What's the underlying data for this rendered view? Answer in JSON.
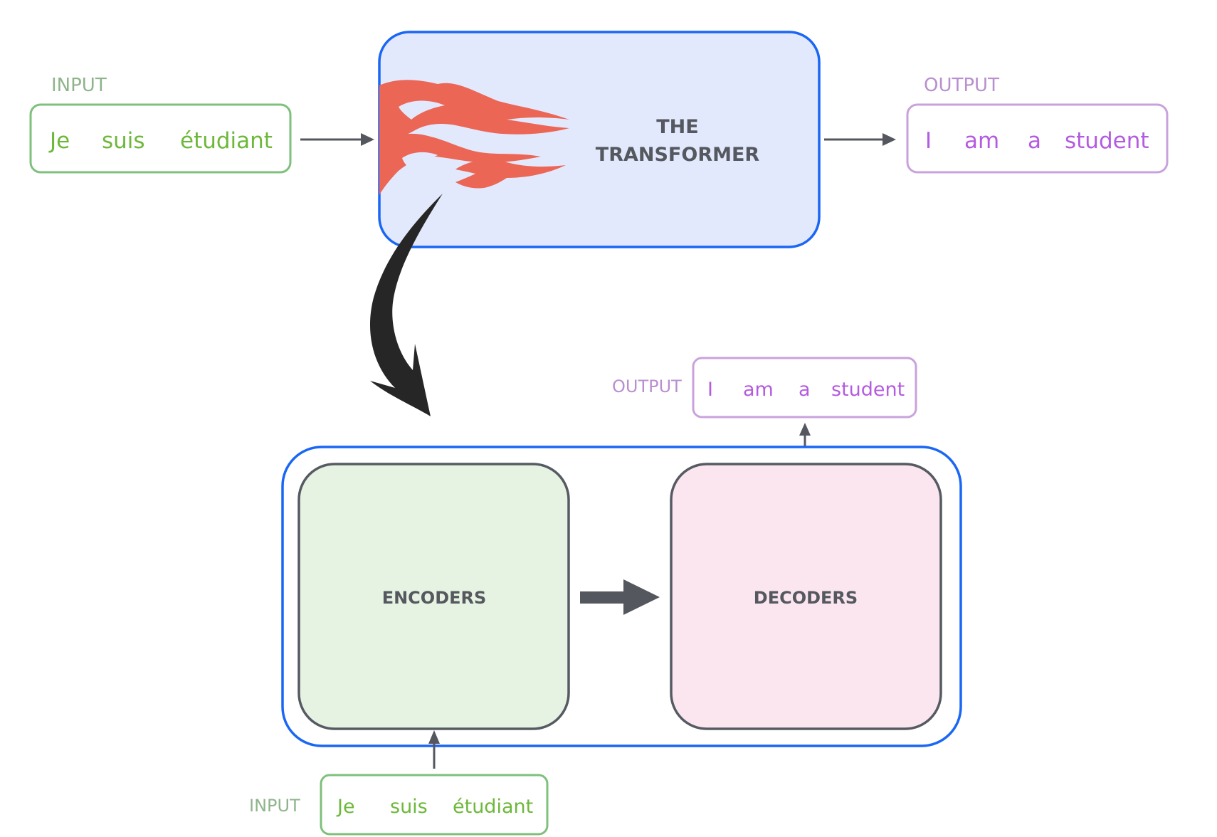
{
  "colors": {
    "input": "#7ec07c",
    "input_text": "#6db83a",
    "input_label": "#8fb48c",
    "output": "#c9a2dd",
    "output_text": "#b45be0",
    "output_label": "#b88fcf",
    "transformer_fill": "#e3e9fd",
    "transformer_stroke": "#1a66f5",
    "encoder_fill": "#e6f3e2",
    "decoder_fill": "#fbe6f0",
    "box_stroke": "#565a62",
    "flame": "#ec6656",
    "arrow": "#54575e",
    "curved_arrow": "#262626"
  },
  "top": {
    "input_label": "INPUT",
    "input_words": [
      "Je",
      "suis",
      "étudiant"
    ],
    "transformer_label_line1": "THE",
    "transformer_label_line2": "TRANSFORMER",
    "output_label": "OUTPUT",
    "output_words": [
      "I",
      "am",
      "a",
      "student"
    ]
  },
  "bottom": {
    "encoders_label": "ENCODERS",
    "decoders_label": "DECODERS",
    "output_label": "OUTPUT",
    "output_words": [
      "I",
      "am",
      "a",
      "student"
    ],
    "input_label": "INPUT",
    "input_words": [
      "Je",
      "suis",
      "étudiant"
    ]
  },
  "icons": {
    "flame": "flame-decoration-icon",
    "curved_arrow": "curved-arrow-icon"
  }
}
